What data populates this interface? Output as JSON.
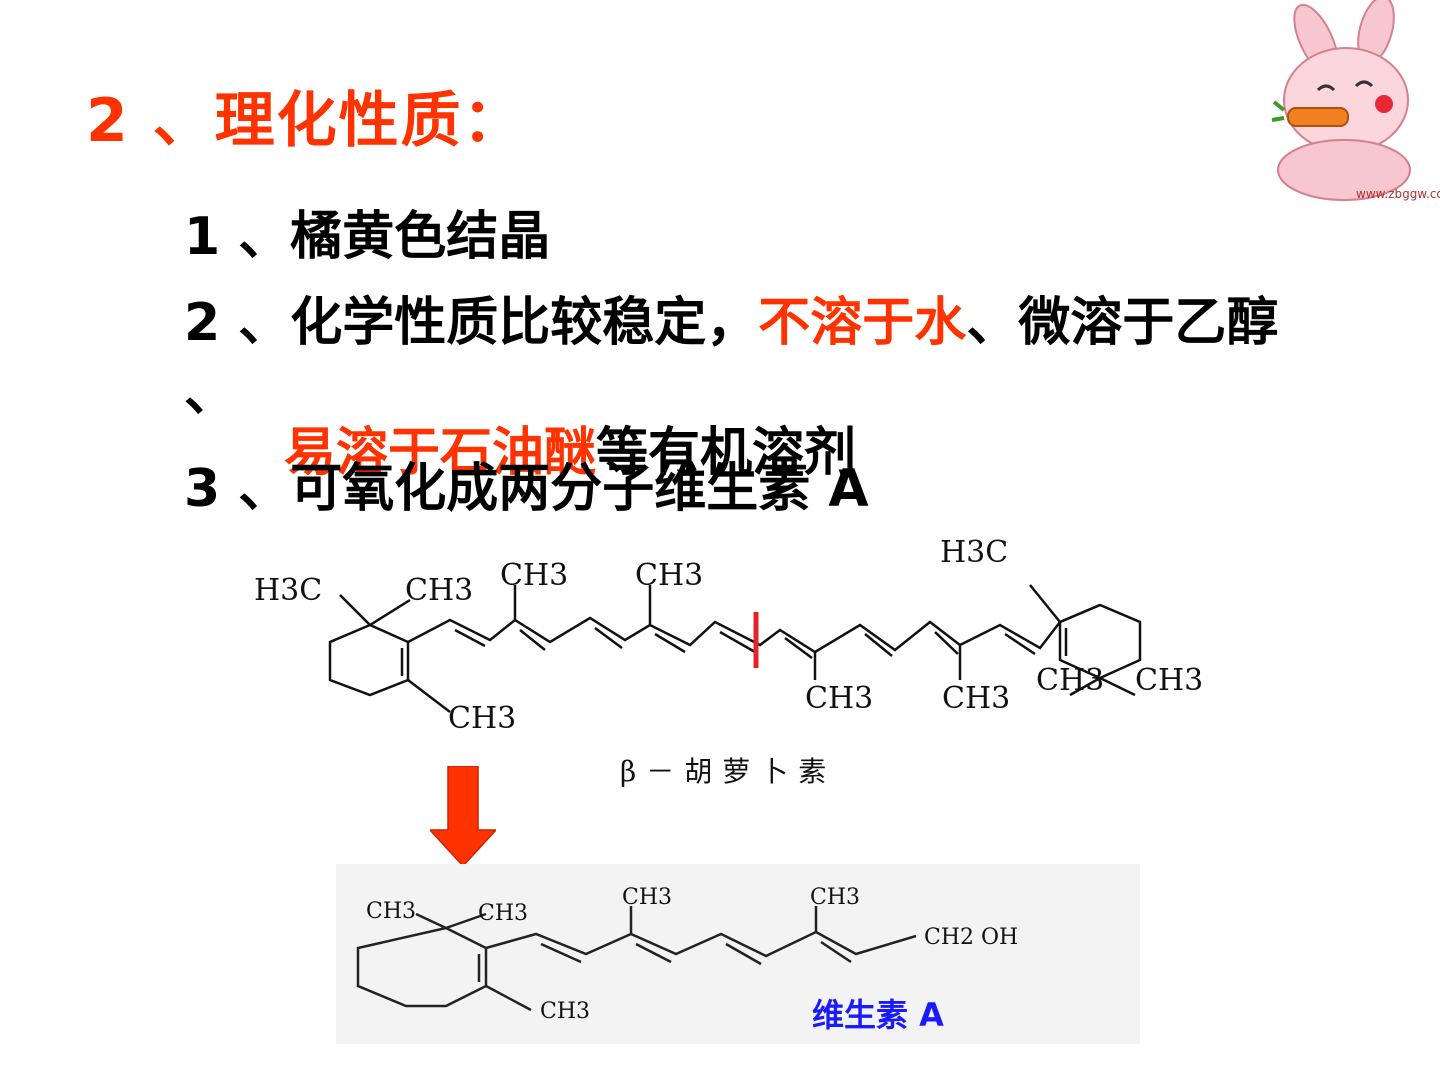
{
  "slide": {
    "title": "2 、理化性质：",
    "points": {
      "p1": "1 、橘黄色结晶",
      "p2_pre": "2 、化学性质比较稳定，",
      "p2_red": "不溶于水",
      "p2_post": "、微溶于乙醇",
      "p2_cont": "、",
      "p2_red2": "易溶于石油醚",
      "p2_end": "等有机溶剂",
      "p3": "3 、可氧化成两分子维生素 A"
    },
    "structure_labels": {
      "beta_carotene_caption": "β－胡萝卜素",
      "vitamin_a_label": "维生素 A",
      "groups": {
        "h3c": "H3C",
        "ch3": "CH3",
        "ch2oh": "CH2 OH"
      }
    },
    "watermark": "www.zbggw.com"
  },
  "colors": {
    "accent": "#ff3300",
    "text": "#000000",
    "vitamin_label": "#1a1aff"
  }
}
